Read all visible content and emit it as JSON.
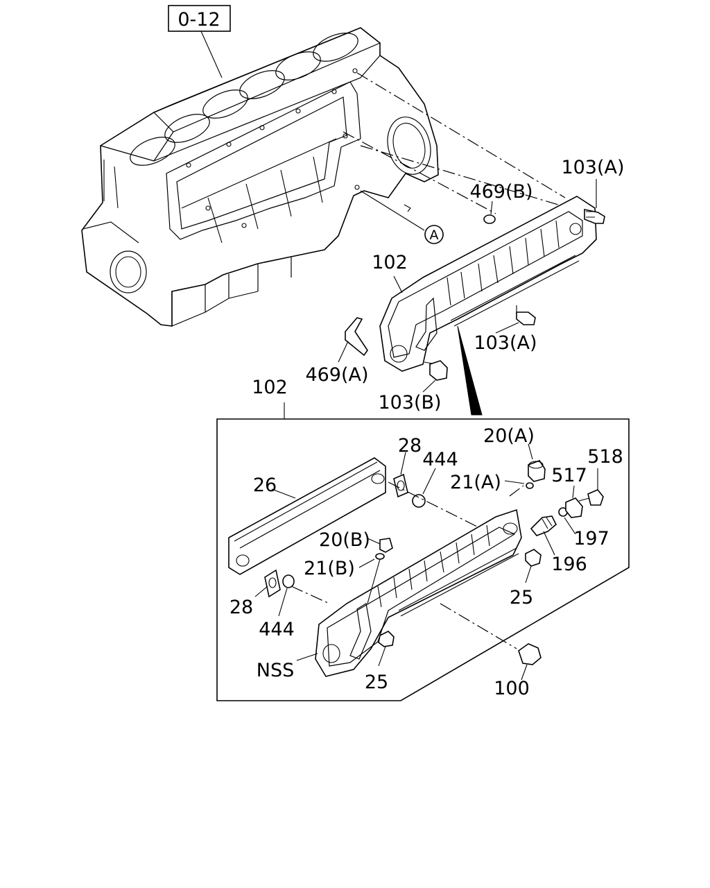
{
  "reference_box": "0-12",
  "circle_marker": "A",
  "labels": {
    "l103a_top": "103(A)",
    "l469b": "469(B)",
    "l102_upper": "102",
    "l103a_mid": "103(A)",
    "l469a": "469(A)",
    "l103b": "103(B)",
    "l102_box": "102",
    "l28_top": "28",
    "l444_top": "444",
    "l20a": "20(A)",
    "l518": "518",
    "l21a": "21(A)",
    "l517": "517",
    "l26": "26",
    "l197": "197",
    "l20b": "20(B)",
    "l196": "196",
    "l21b": "21(B)",
    "l25_right": "25",
    "l28_bottom": "28",
    "l444_bottom": "444",
    "lnss": "NSS",
    "l25_bottom": "25",
    "l100": "100"
  }
}
